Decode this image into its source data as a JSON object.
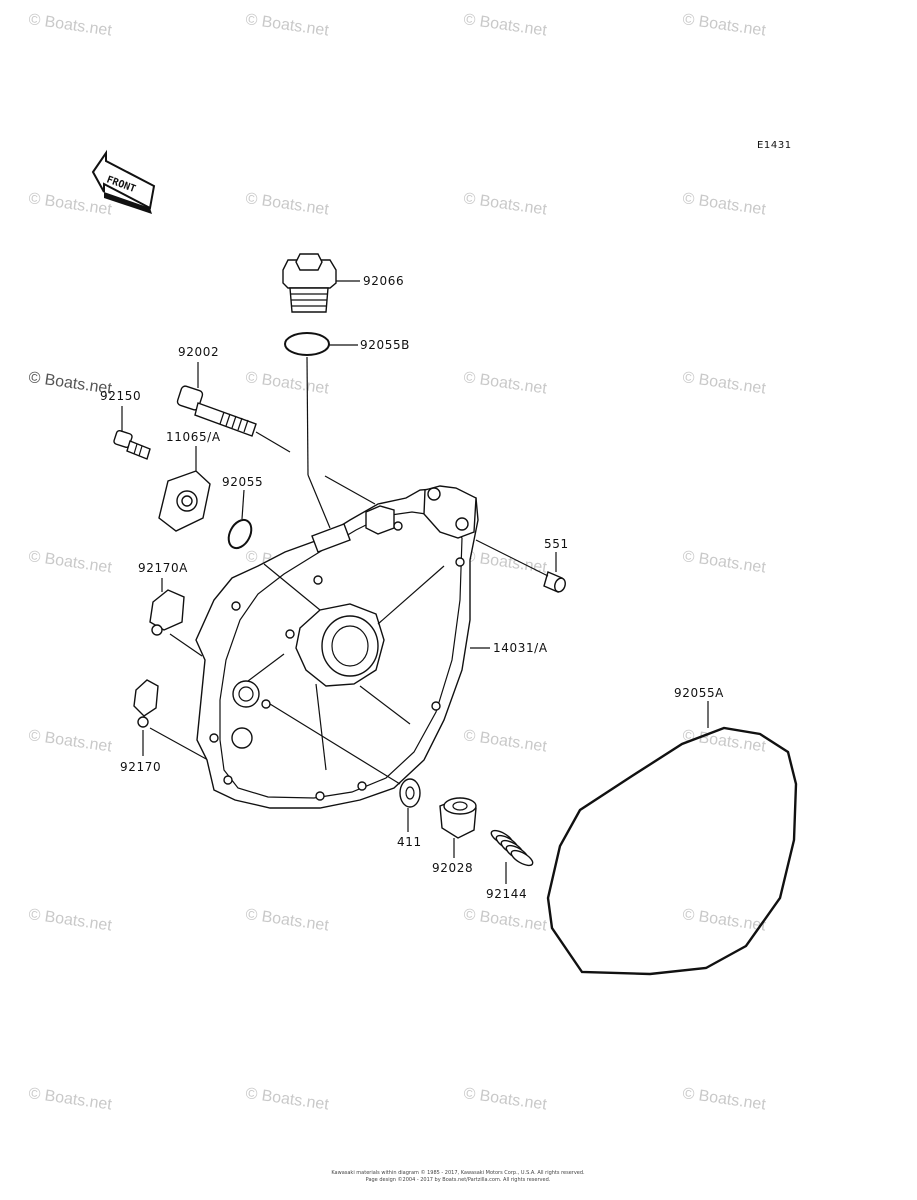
{
  "watermark": "© Boats.net",
  "diagram_code": "E1431",
  "front_label": "FRONT",
  "parts": {
    "p92066": "92066",
    "p92055B": "92055B",
    "p92002": "92002",
    "p92150": "92150",
    "p11065A": "11065/A",
    "p92055": "92055",
    "p551": "551",
    "p92170A": "92170A",
    "p14031A": "14031/A",
    "p92055A": "92055A",
    "p92170": "92170",
    "p411": "411",
    "p92028": "92028",
    "p92144": "92144"
  },
  "footer": {
    "line1": "Kawasaki materials within diagram © 1985 - 2017, Kawasaki Motors Corp., U.S.A. All rights reserved.",
    "line2": "Page design ©2004 - 2017 by Boats.net/Partzilla.com. All rights reserved."
  }
}
